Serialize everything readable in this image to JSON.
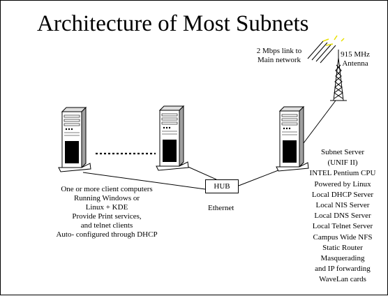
{
  "title": "Architecture of Most Subnets",
  "uplink": {
    "line1": "2 Mbps link to",
    "line2": "Main network"
  },
  "antenna": {
    "line1": "915 MHz",
    "line2": "Antenna"
  },
  "hub": "HUB",
  "ethernet": "Ethernet",
  "clients_text": [
    "One or more client computers",
    "Running Windows or",
    "Linux + KDE",
    "Provide Print services,",
    "and telnet clients",
    "Auto- configured through DHCP"
  ],
  "server_text": [
    "Subnet Server",
    "(UNIF II)",
    "INTEL Pentium CPU",
    "Powered by Linux",
    "Local DHCP Server",
    "Local NIS Server",
    "Local DNS Server",
    "Local Telnet Server",
    "Campus Wide NFS",
    "Static Router",
    "Masquerading",
    "and IP forwarding",
    "WaveLan cards"
  ],
  "colors": {
    "line": "#000000",
    "tower_body": "#ffffff",
    "tower_side": "#a0a0a0",
    "tower_dark": "#000000",
    "signal": "#e8e000"
  }
}
